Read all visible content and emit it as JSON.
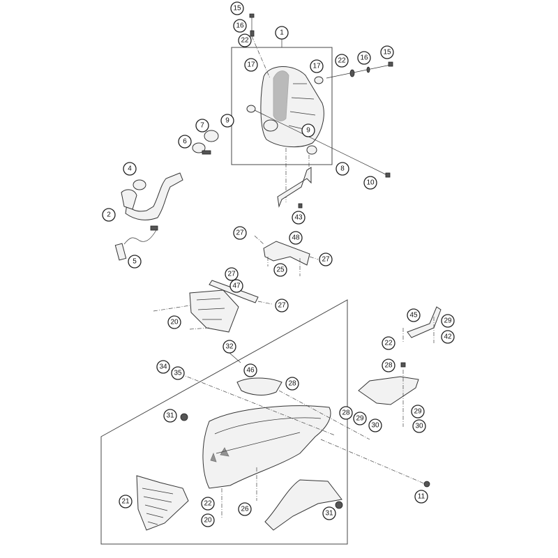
{
  "diagram": {
    "callouts": [
      {
        "id": "c-15a",
        "label": "15"
      },
      {
        "id": "c-16a",
        "label": "16"
      },
      {
        "id": "c-22a",
        "label": "22"
      },
      {
        "id": "c-1",
        "label": "1"
      },
      {
        "id": "c-17a",
        "label": "17"
      },
      {
        "id": "c-17b",
        "label": "17"
      },
      {
        "id": "c-22b",
        "label": "22"
      },
      {
        "id": "c-16b",
        "label": "16"
      },
      {
        "id": "c-15b",
        "label": "15"
      },
      {
        "id": "c-9a",
        "label": "9"
      },
      {
        "id": "c-9b",
        "label": "9"
      },
      {
        "id": "c-7",
        "label": "7"
      },
      {
        "id": "c-6",
        "label": "6"
      },
      {
        "id": "c-8",
        "label": "8"
      },
      {
        "id": "c-10",
        "label": "10"
      },
      {
        "id": "c-4",
        "label": "4"
      },
      {
        "id": "c-2",
        "label": "2"
      },
      {
        "id": "c-43",
        "label": "43"
      },
      {
        "id": "c-5",
        "label": "5"
      },
      {
        "id": "c-27a",
        "label": "27"
      },
      {
        "id": "c-48",
        "label": "48"
      },
      {
        "id": "c-27b",
        "label": "27"
      },
      {
        "id": "c-25",
        "label": "25"
      },
      {
        "id": "c-27c",
        "label": "27"
      },
      {
        "id": "c-47",
        "label": "47"
      },
      {
        "id": "c-27d",
        "label": "27"
      },
      {
        "id": "c-20a",
        "label": "20"
      },
      {
        "id": "c-45",
        "label": "45"
      },
      {
        "id": "c-29a",
        "label": "29"
      },
      {
        "id": "c-42",
        "label": "42"
      },
      {
        "id": "c-22c",
        "label": "22"
      },
      {
        "id": "c-32",
        "label": "32"
      },
      {
        "id": "c-34",
        "label": "34"
      },
      {
        "id": "c-35",
        "label": "35"
      },
      {
        "id": "c-28a",
        "label": "28"
      },
      {
        "id": "c-46",
        "label": "46"
      },
      {
        "id": "c-28b",
        "label": "28"
      },
      {
        "id": "c-31a",
        "label": "31"
      },
      {
        "id": "c-29b",
        "label": "29"
      },
      {
        "id": "c-28c",
        "label": "28"
      },
      {
        "id": "c-29c",
        "label": "29"
      },
      {
        "id": "c-30a",
        "label": "30"
      },
      {
        "id": "c-30b",
        "label": "30"
      },
      {
        "id": "c-11",
        "label": "11"
      },
      {
        "id": "c-21",
        "label": "21"
      },
      {
        "id": "c-22d",
        "label": "22"
      },
      {
        "id": "c-26",
        "label": "26"
      },
      {
        "id": "c-31b",
        "label": "31"
      },
      {
        "id": "c-20b",
        "label": "20"
      }
    ]
  }
}
